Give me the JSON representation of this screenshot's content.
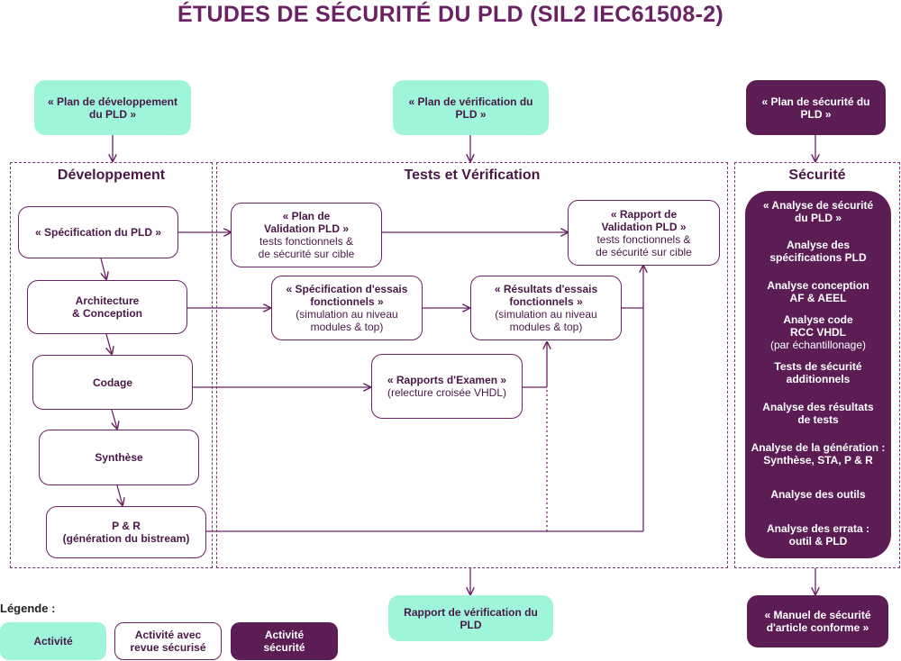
{
  "title": "ÉTUDES DE SÉCURITÉ DU PLD (SIL2 IEC61508-2)",
  "top_boxes": {
    "dev_plan": "« Plan de développement du PLD »",
    "verif_plan": "« Plan de vérification du PLD »",
    "safety_plan": "« Plan de sécurité du PLD »"
  },
  "zones": {
    "development": "Développement",
    "tests": "Tests et Vérification",
    "security": "Sécurité"
  },
  "development": {
    "spec": "« Spécification du PLD »",
    "archi": "Architecture\n& Conception",
    "codage": "Codage",
    "synthese": "Synthèse",
    "pr_title": "P & R",
    "pr_sub": "(génération du bistream)"
  },
  "tests": {
    "validation_plan_title": "« Plan de\nValidation PLD »",
    "validation_plan_sub": "tests fonctionnels &\nde sécurité sur cible",
    "validation_report_title": "« Rapport de\nValidation PLD »",
    "validation_report_sub": "tests fonctionnels &\nde sécurité sur cible",
    "test_spec_title": "« Spécification d'essais\nfonctionnels »",
    "test_spec_sub": "(simulation au niveau\nmodules & top)",
    "test_results_title": "« Résultats d'essais\nfonctionnels »",
    "test_results_sub": "(simulation au niveau\nmodules & top)",
    "exam_title": "« Rapports d'Examen »",
    "exam_sub": "(relecture croisée VHDL)"
  },
  "security": {
    "items": [
      "« Analyse de sécurité\ndu PLD »",
      "Analyse des\nspécifications PLD",
      "Analyse conception\nAF & AEEL",
      "Analyse code\nRCC VHDL",
      "Tests de sécurité\nadditionnels",
      "Analyse des résultats\nde tests",
      "Analyse de la génération :\nSynthèse, STA, P & R",
      "Analyse des outils",
      "Analyse des errata :\noutil & PLD"
    ],
    "rcc_note": "(par échantillonage)"
  },
  "outputs": {
    "verif_report": "Rapport de vérification du PLD",
    "safety_manual": "« Manuel de sécurité\nd'article conforme »"
  },
  "legend": {
    "label": "Légende :",
    "activity": "Activité",
    "reviewed": "Activité avec\nrevue sécurisé",
    "safety": "Activité\nsécurité"
  },
  "colors": {
    "activity": "#9ef5d9",
    "safety": "#5c1d55",
    "line": "#6b2263"
  }
}
